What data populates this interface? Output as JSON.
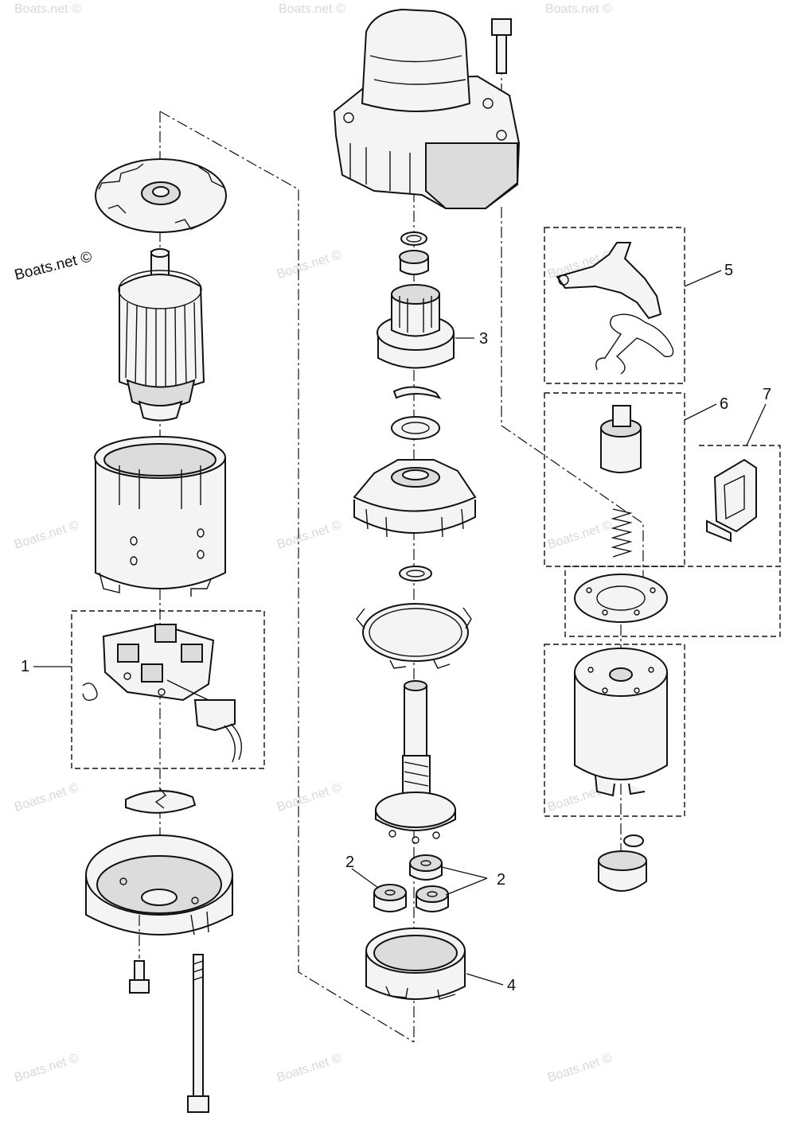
{
  "watermark": {
    "main": "Boats.net ©",
    "faint": "Boats.net ©"
  },
  "callouts": {
    "c1": "1",
    "c2a": "2",
    "c2b": "2",
    "c3": "3",
    "c4": "4",
    "c5": "5",
    "c6": "6",
    "c7": "7"
  },
  "parts": {
    "left_column": [
      "dust-cover-plate",
      "armature",
      "yoke",
      "brush-holder",
      "brush-spring",
      "washer",
      "rear-cover",
      "screw",
      "through-bolt"
    ],
    "center_column": [
      "front-housing",
      "bolt",
      "snap-ring",
      "collar",
      "pinion-drive",
      "clip",
      "washer",
      "gear-housing",
      "o-ring",
      "seal-plate",
      "pinion-shaft",
      "planetary-gears",
      "internal-gear"
    ],
    "right_column": [
      "shift-lever",
      "lever-spring",
      "plunger",
      "plunger-spring",
      "packing",
      "solenoid",
      "nut",
      "terminal-cover"
    ]
  }
}
